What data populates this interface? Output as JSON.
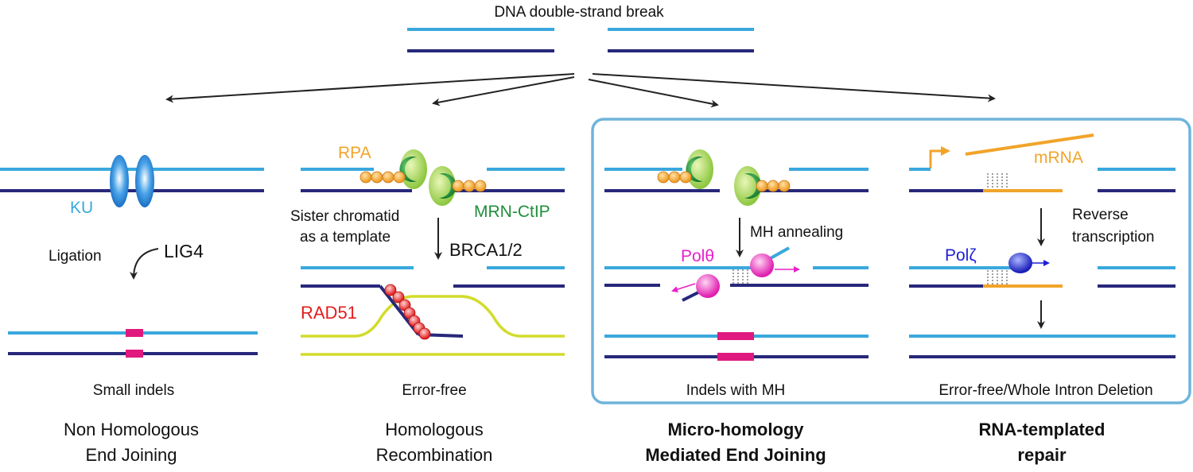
{
  "title": "DNA double-strand break",
  "colors": {
    "light_strand": "#3aa8dd",
    "dark_strand": "#27287a",
    "magenta": "#e0197f",
    "orange": "#f1a42a",
    "green": "#1f8f3a",
    "red": "#e21d1d",
    "yellow_green": "#d2dc2b",
    "blue": "#1f1fd8",
    "pink": "#e820c8",
    "box_border": "#6fb4dc",
    "arrow": "#222222"
  },
  "pathways": {
    "nhej": {
      "ku_label": "KU",
      "ligation_label": "Ligation",
      "lig4_label": "LIG4",
      "outcome": "Small indels",
      "name_line1": "Non Homologous",
      "name_line2": "End Joining"
    },
    "hr": {
      "rpa_label": "RPA",
      "mrn_label": "MRN-CtIP",
      "sister_line1": "Sister chromatid",
      "sister_line2": "as a template",
      "brca_label": "BRCA1/2",
      "rad51_label": "RAD51",
      "outcome": "Error-free",
      "name_line1": "Homologous",
      "name_line2": "Recombination"
    },
    "mmej": {
      "mh_annealing_label": "MH annealing",
      "pol_label": "Polθ",
      "outcome": "Indels with MH",
      "name_line1": "Micro-homology",
      "name_line2": "Mediated End Joining"
    },
    "rna": {
      "mrna_label": "mRNA",
      "rt_line1": "Reverse",
      "rt_line2": "transcription",
      "pol_label": "Polζ",
      "outcome": "Error-free/Whole Intron Deletion",
      "name_line1": "RNA-templated",
      "name_line2": "repair"
    }
  }
}
